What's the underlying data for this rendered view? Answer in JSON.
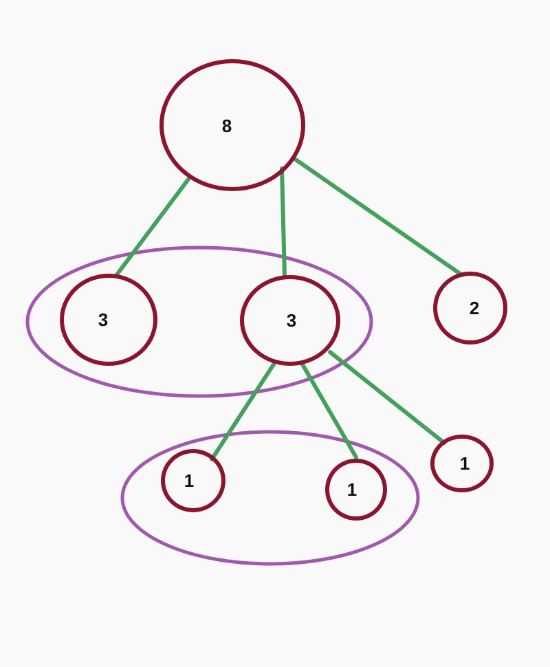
{
  "colors": {
    "background": "#f9f9f9",
    "node_stroke": "#8a1530",
    "edge": "#43a15b",
    "group_outline": "#a159ad"
  },
  "nodes": [
    {
      "id": "root",
      "label": "8"
    },
    {
      "id": "left-child",
      "label": "3"
    },
    {
      "id": "middle-child",
      "label": "3"
    },
    {
      "id": "right-child",
      "label": "2"
    },
    {
      "id": "grandchild-a",
      "label": "1"
    },
    {
      "id": "grandchild-b",
      "label": "1"
    },
    {
      "id": "grandchild-c",
      "label": "1"
    }
  ],
  "edges": [
    {
      "from": "root",
      "to": "left-child"
    },
    {
      "from": "root",
      "to": "middle-child"
    },
    {
      "from": "root",
      "to": "right-child"
    },
    {
      "from": "middle-child",
      "to": "grandchild-a"
    },
    {
      "from": "middle-child",
      "to": "grandchild-b"
    },
    {
      "from": "middle-child",
      "to": "grandchild-c"
    }
  ],
  "groups": [
    {
      "id": "upper-group",
      "members": [
        "left-child",
        "middle-child"
      ]
    },
    {
      "id": "lower-group",
      "members": [
        "grandchild-a",
        "grandchild-b"
      ]
    }
  ]
}
